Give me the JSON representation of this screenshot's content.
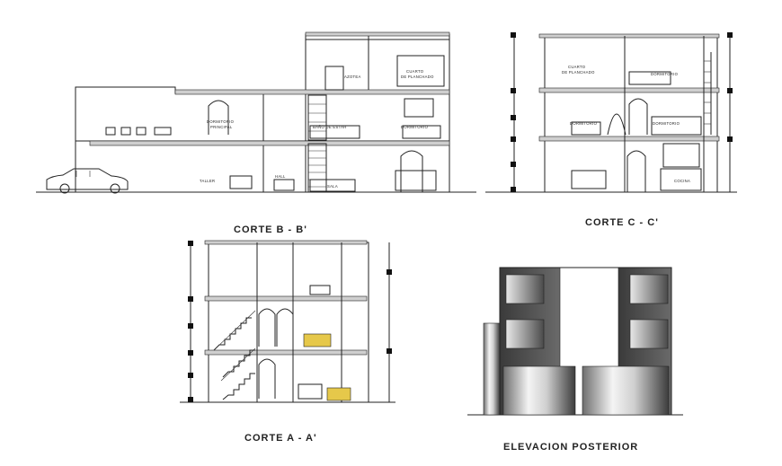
{
  "titles": {
    "corte_b": "CORTE B - B'",
    "corte_c": "CORTE C - C'",
    "corte_a": "CORTE A - A'",
    "elevacion": "ELEVACION POSTERIOR"
  },
  "corte_b_labels": {
    "azotea": "AZOTEA",
    "cuarto_plancha_1": "CUARTO",
    "cuarto_plancha_2": "DE PLANCHADO",
    "dormitorio_principal_1": "DORMITORIO",
    "dormitorio_principal_2": "PRINCIPAL",
    "bano": "BAÑO DE ESTAR",
    "dormitorio": "DORMITORIO",
    "taller": "TALLER",
    "hall": "HALL",
    "sala": "SALA"
  },
  "corte_c_labels": {
    "cuarto_plancha_1": "CUARTO",
    "cuarto_plancha_2": "DE PLANCHADO",
    "dormitorio_top": "DORMITORIO",
    "dormitorio_mid_a": "DORMITORIO",
    "dormitorio_mid_b": "DORMITORIO",
    "cocina": "COCINA"
  }
}
